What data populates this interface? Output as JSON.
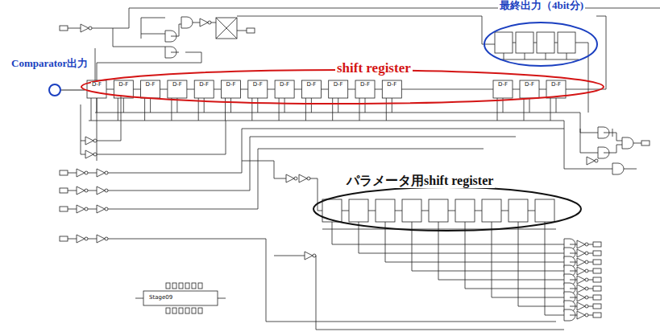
{
  "diagram": {
    "nodes": [
      {
        "text": [
          "最終出力（4bit分)"
        ]
      },
      {
        "text": [
          "Comparator出力"
        ]
      },
      {
        "text": [
          "shift register"
        ]
      },
      {
        "text": [
          "パラメータ用shift register"
        ]
      }
    ],
    "edges": [
      {
        "from": 1,
        "to": 2,
        "arrow": "none"
      }
    ],
    "labels": [
      "D-F",
      "D-F",
      "D-F",
      "D-F",
      "D-F",
      "D-F",
      "D-F",
      "D-F",
      "D-F",
      "D-F",
      "D-F",
      "D-F",
      "D-F",
      "D-F",
      "D-F",
      "Stage09"
    ]
  }
}
